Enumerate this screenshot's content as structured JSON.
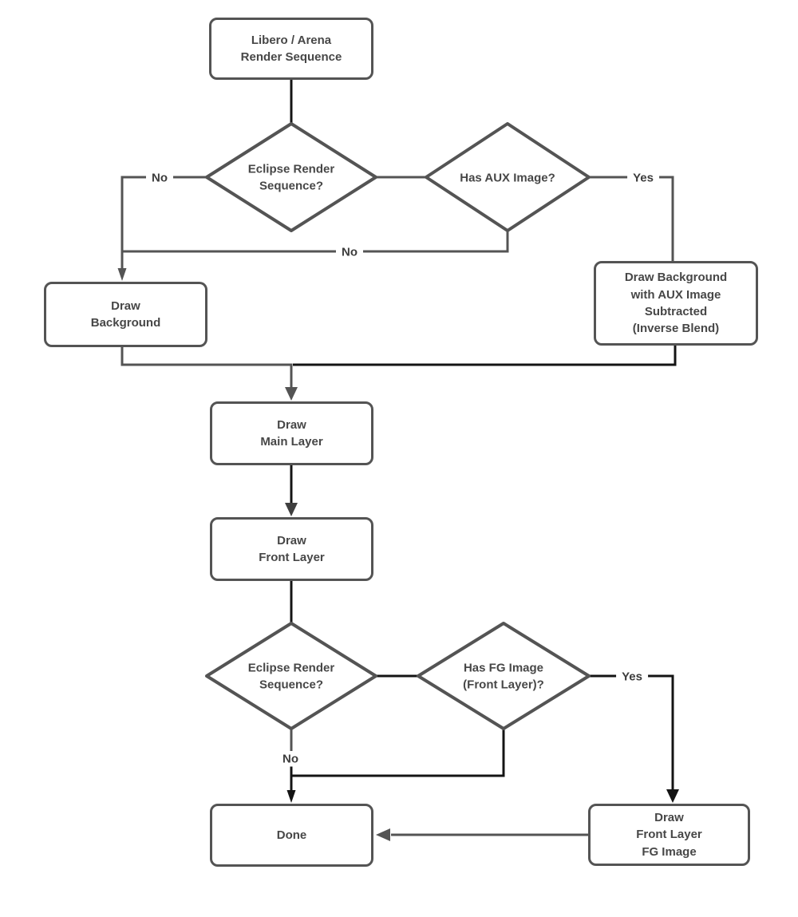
{
  "colors": {
    "shape_border": "#545454",
    "node_text": "#474747",
    "connector_gray": "#545454",
    "connector_black": "#141414",
    "background": "#ffffff"
  },
  "nodes": {
    "start": {
      "label": "Libero / Arena\nRender Sequence"
    },
    "decision_eclipse_top": {
      "label": "Eclipse Render\nSequence?"
    },
    "decision_has_aux": {
      "label": "Has AUX Image?"
    },
    "draw_background": {
      "label": "Draw\nBackground"
    },
    "draw_background_aux": {
      "label": "Draw Background\nwith AUX Image\nSubtracted\n(Inverse Blend)"
    },
    "draw_main_layer": {
      "label": "Draw\nMain Layer"
    },
    "draw_front_layer": {
      "label": "Draw\nFront Layer"
    },
    "decision_eclipse_bottom": {
      "label": "Eclipse Render\nSequence?"
    },
    "decision_has_fg": {
      "label": "Has FG Image\n(Front Layer)?"
    },
    "done": {
      "label": "Done"
    },
    "draw_front_fg": {
      "label": "Draw\nFront Layer\nFG Image"
    }
  },
  "edge_labels": {
    "eclipse_top_no": "No",
    "has_aux_no": "No",
    "has_aux_yes": "Yes",
    "eclipse_bottom_no": "No",
    "has_fg_yes": "Yes"
  }
}
